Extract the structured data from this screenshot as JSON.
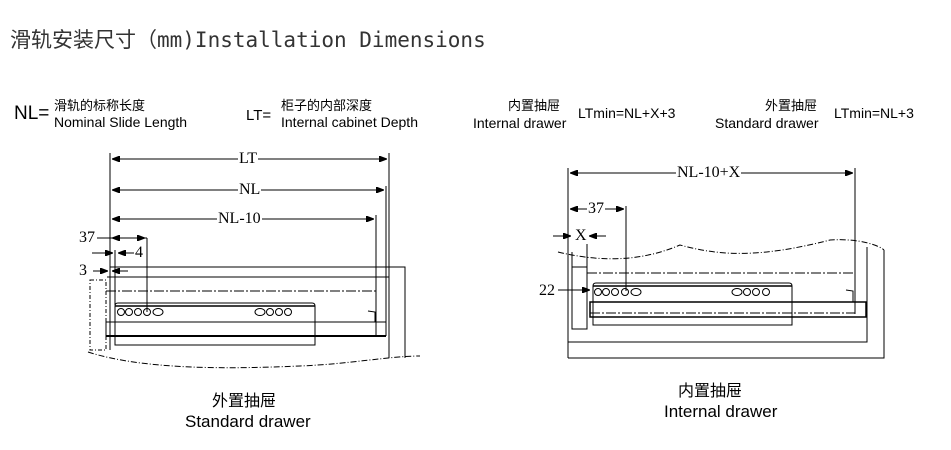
{
  "title": "滑轨安装尺寸（mm)Installation Dimensions",
  "legend": {
    "nl_symbol": "NL=",
    "nl_cn": "滑轨的标称长度",
    "nl_en": "Nominal Slide Length",
    "lt_symbol": "LT=",
    "lt_cn": "柜子的内部深度",
    "lt_en": "Internal cabinet Depth",
    "internal_cn": "内置抽屉",
    "internal_en": "Internal drawer",
    "internal_formula": "LTmin=NL+X+3",
    "standard_cn": "外置抽屉",
    "standard_en": "Standard drawer",
    "standard_formula": "LTmin=NL+3"
  },
  "standard_drawing": {
    "dim_lt": "LT",
    "dim_nl": "NL",
    "dim_nl10": "NL-10",
    "dim_37": "37",
    "dim_4": "4",
    "dim_3": "3",
    "caption_cn": "外置抽屉",
    "caption_en": "Standard drawer"
  },
  "internal_drawing": {
    "dim_total": "NL-10+X",
    "dim_37": "37",
    "dim_x": "X",
    "dim_22": "22",
    "caption_cn": "内置抽屉",
    "caption_en": "Internal drawer"
  }
}
